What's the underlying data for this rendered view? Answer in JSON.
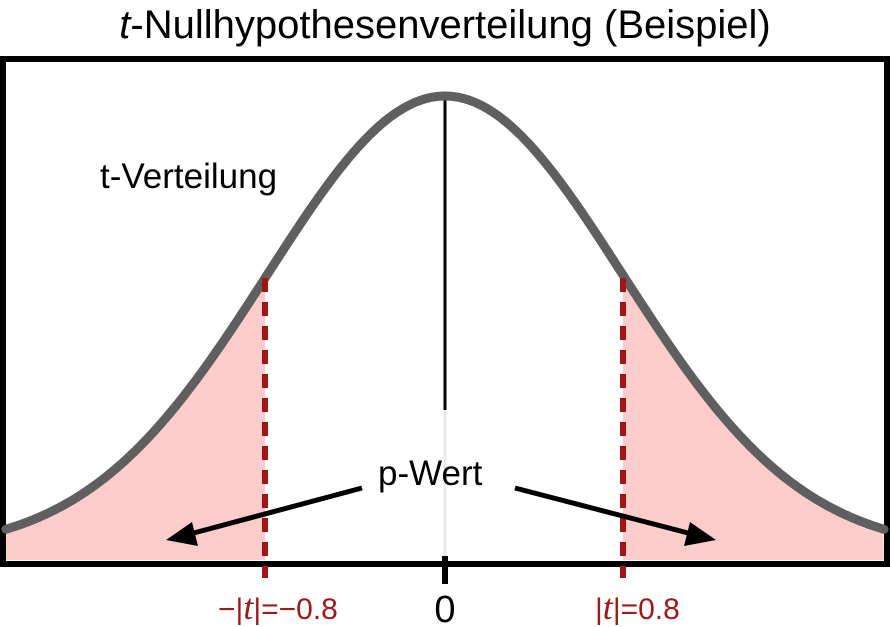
{
  "title": {
    "italic_symbol": "t",
    "text": "-Nullhypothesenverteilung (Beispiel)"
  },
  "curve_label": "t-Verteilung",
  "pvalue_label": "p-Wert",
  "center_tick_label": "0",
  "critical_left": {
    "prefix": "−|",
    "symbol": "t",
    "suffix": "|=−0.8"
  },
  "critical_right": {
    "prefix": "|",
    "symbol": "t",
    "suffix": "|=0.8"
  },
  "colors": {
    "curve": "#5f5f5f",
    "tail_fill": "#ffcccc",
    "critical_line": "#a01616",
    "frame": "#000000",
    "critical_label": "#9b1b1b"
  }
}
